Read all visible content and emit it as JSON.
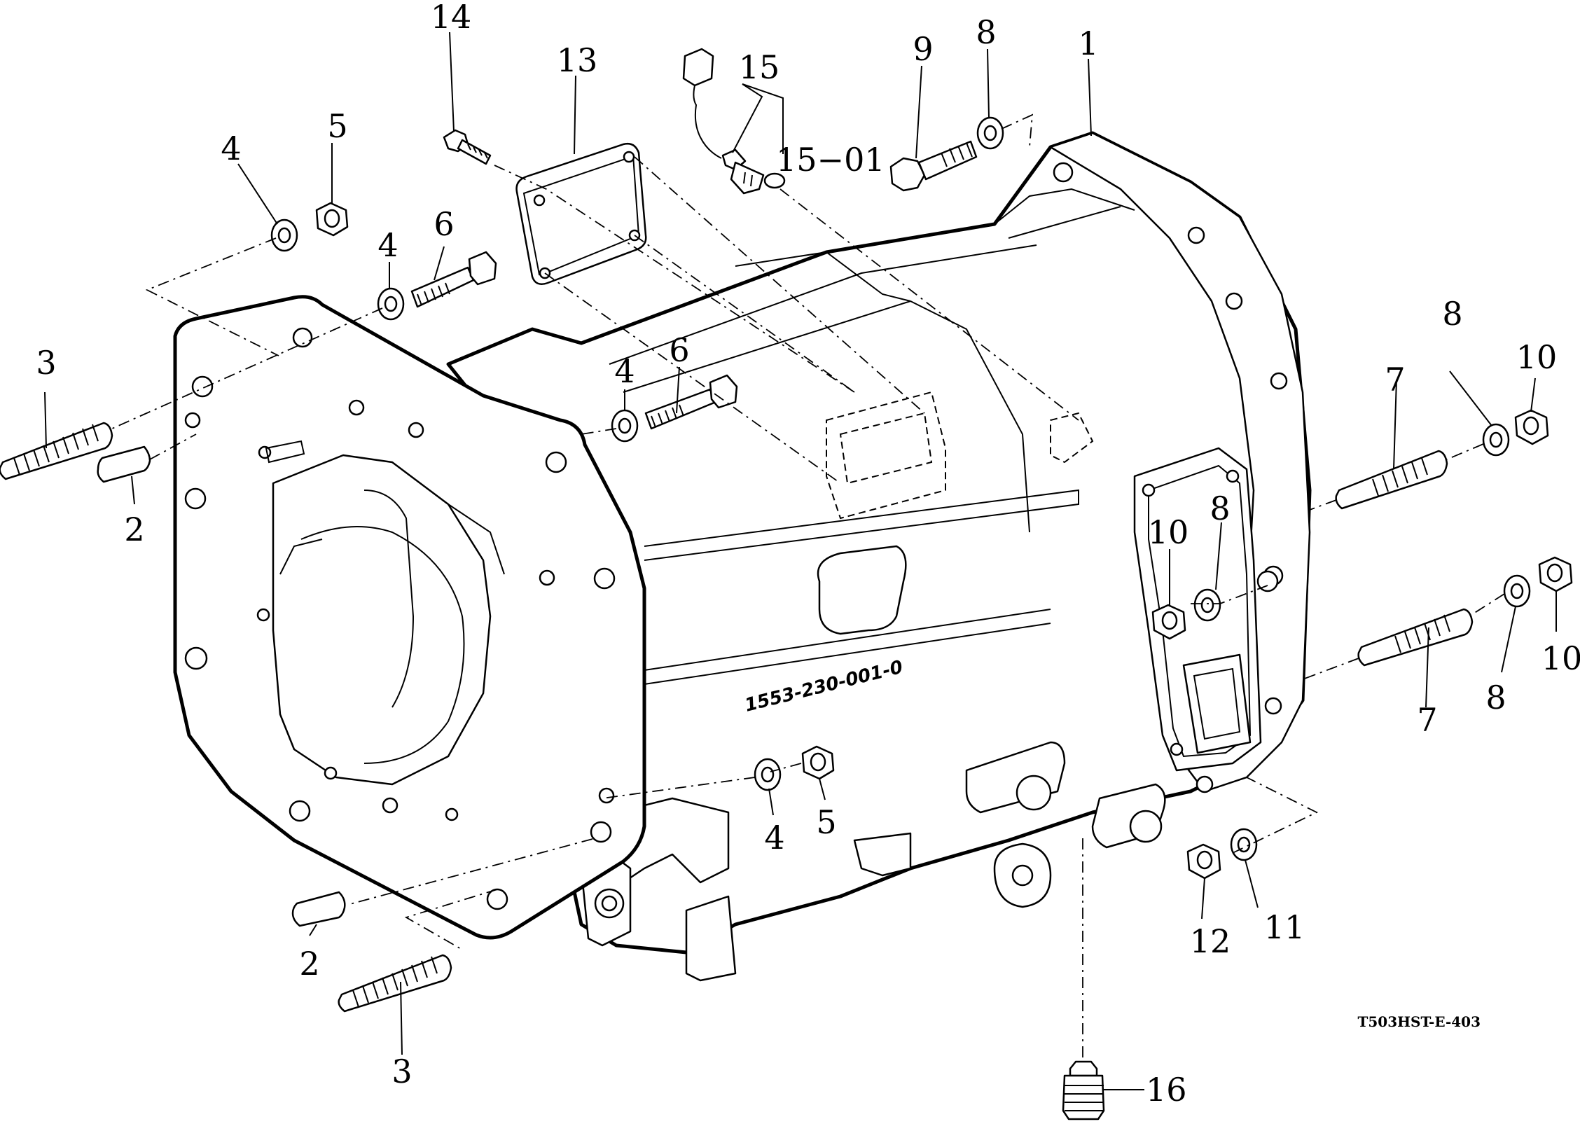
{
  "diagram": {
    "reference_code": "T503HST-E-403",
    "casting_mark": "1553-230-001-0",
    "callouts": {
      "c1": "1",
      "c2a": "2",
      "c2b": "2",
      "c3a": "3",
      "c3b": "3",
      "c4a": "4",
      "c4b": "4",
      "c4c": "4",
      "c4d": "4",
      "c5a": "5",
      "c5b": "5",
      "c6a": "6",
      "c6b": "6",
      "c7a": "7",
      "c7b": "7",
      "c8a": "8",
      "c8b": "8",
      "c8c": "8",
      "c8d": "8",
      "c9": "9",
      "c10a": "10",
      "c10b": "10",
      "c10c": "10",
      "c11": "11",
      "c12": "12",
      "c13": "13",
      "c14": "14",
      "c15": "15",
      "c15_01": "15−01",
      "c16": "16"
    }
  }
}
